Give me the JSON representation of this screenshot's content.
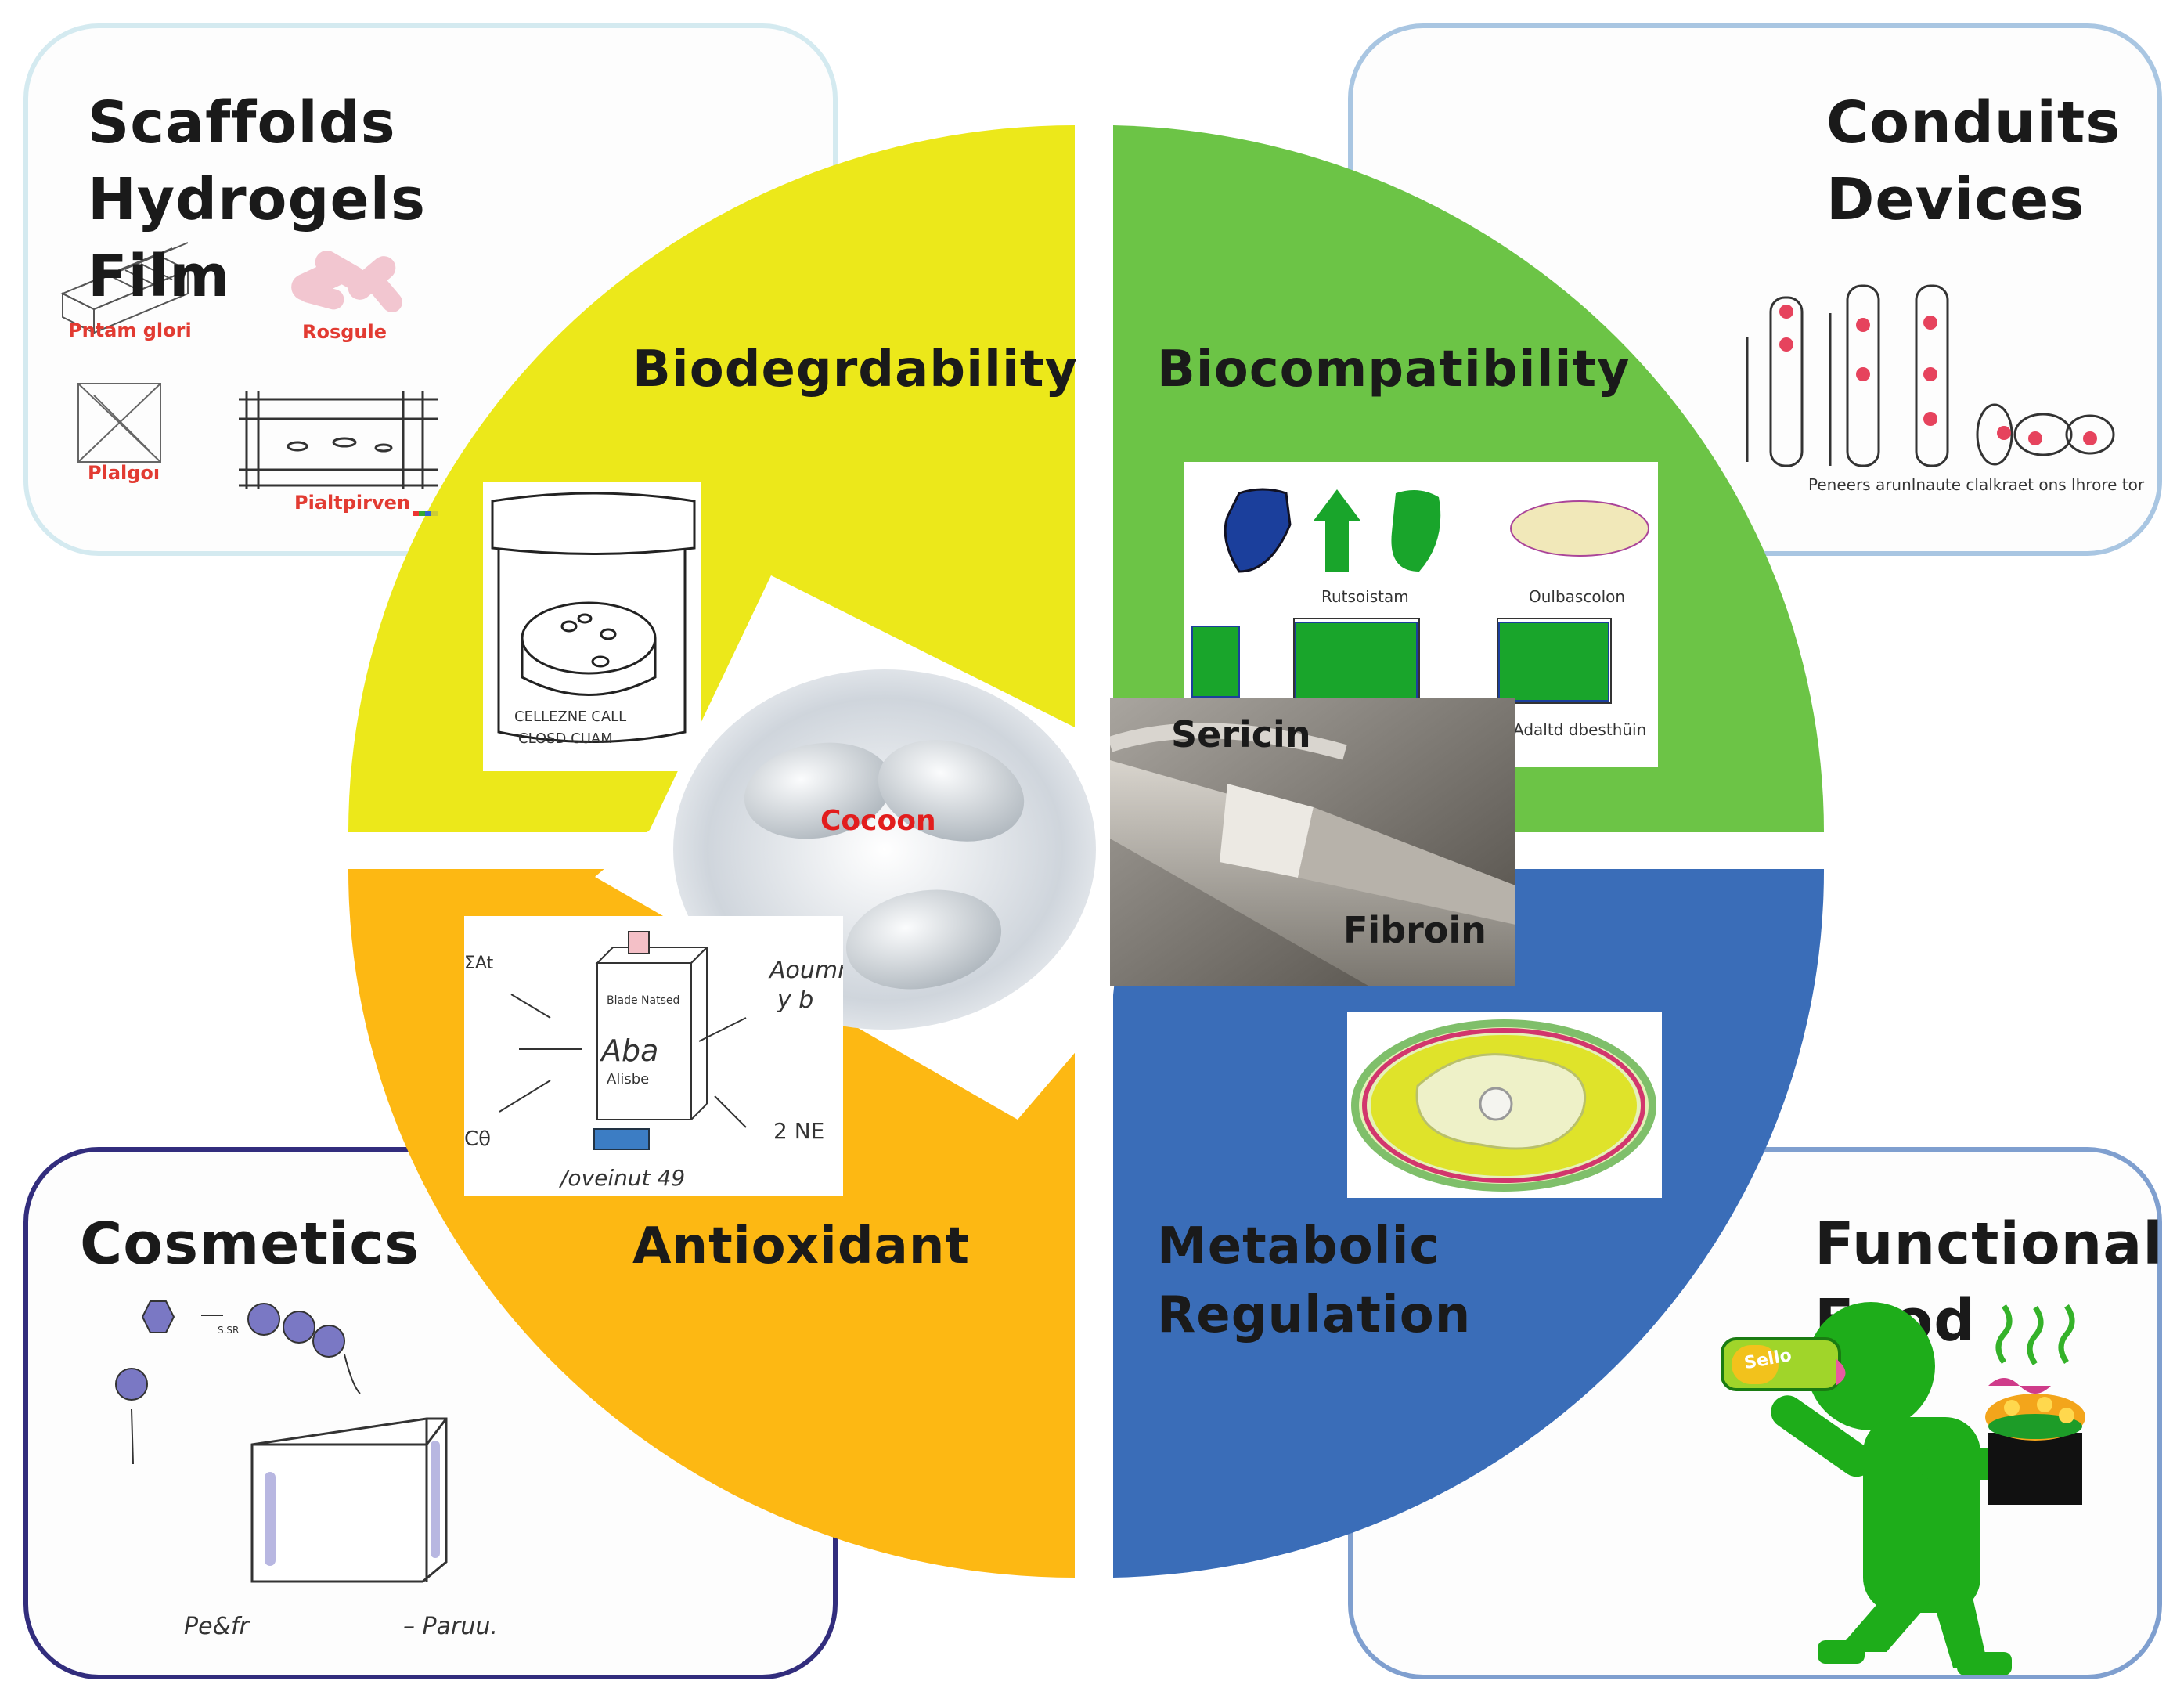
{
  "colors": {
    "yellow": "#ece81a",
    "green": "#6cc446",
    "orange": "#fdb813",
    "blue": "#3a6db8"
  },
  "cards": {
    "top_left": {
      "lines": [
        "Scaffolds",
        "Hydrogels",
        "Film"
      ],
      "sub_labels": [
        "Pntam glori",
        "Rosgule",
        "Plalgoı",
        "Pialtpirven"
      ]
    },
    "top_right": {
      "lines": [
        "Conduits",
        "Devices"
      ],
      "caption": "Peneers arunlnaute clalkraet ons lhrore tor"
    },
    "bottom_left": {
      "lines": [
        "Cosmetics"
      ],
      "captions": [
        "Pe&fr",
        "– Paruu."
      ]
    },
    "bottom_right": {
      "lines": [
        "Functional",
        "Food"
      ],
      "bottle_label": "Sello"
    }
  },
  "quadrants": {
    "top_left": "Biodegrdability",
    "top_right": "Biocompatibility",
    "bottom_left": "Antioxidant",
    "bottom_right": [
      "Metabolic",
      "Regulation"
    ]
  },
  "center": {
    "cocoon_label": "Cocoon",
    "sericin_label": "Sericin",
    "fibroin_label": "Fibroin"
  },
  "jar_caption": [
    "CELLEZNE CALL",
    "CLOSD CUAM"
  ],
  "biocompat_panel": [
    "Rutsoistam",
    "Oulbascolon",
    "Adaltd dbesthüin"
  ],
  "antiox_panel": {
    "bottle_text": [
      "Blade Natsed",
      "Aba",
      "Alisbe"
    ],
    "notes": [
      "ΣAt",
      "Aoumn",
      "y b",
      "Cθ",
      "2 NE",
      "/oveinut 49"
    ]
  },
  "cosmetics_small": "S.SR"
}
